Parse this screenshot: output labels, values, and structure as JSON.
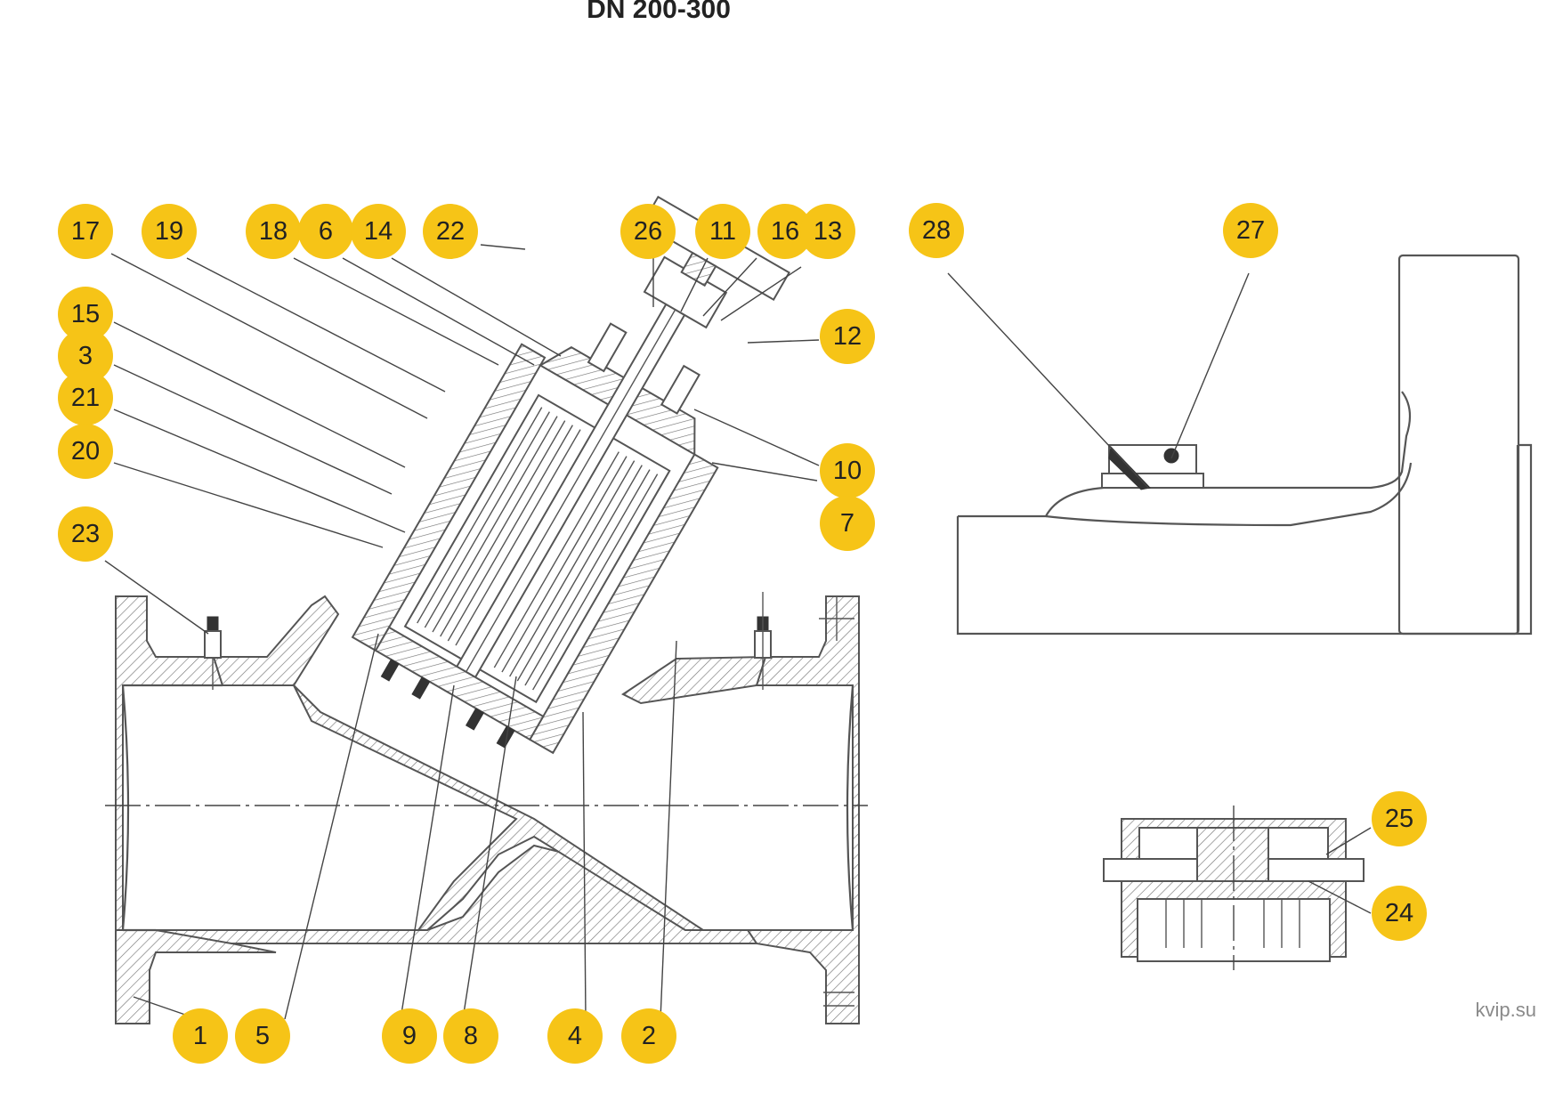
{
  "header": {
    "title": "DN 200-300"
  },
  "footer": {
    "watermark": "kvip.su"
  },
  "callouts": [
    {
      "label": "17"
    },
    {
      "label": "19"
    },
    {
      "label": "18"
    },
    {
      "label": "6"
    },
    {
      "label": "14"
    },
    {
      "label": "22"
    },
    {
      "label": "26"
    },
    {
      "label": "11"
    },
    {
      "label": "16"
    },
    {
      "label": "13"
    },
    {
      "label": "15"
    },
    {
      "label": "3"
    },
    {
      "label": "21"
    },
    {
      "label": "20"
    },
    {
      "label": "23"
    },
    {
      "label": "12"
    },
    {
      "label": "10"
    },
    {
      "label": "7"
    },
    {
      "label": "28"
    },
    {
      "label": "27"
    },
    {
      "label": "25"
    },
    {
      "label": "24"
    },
    {
      "label": "1"
    },
    {
      "label": "5"
    },
    {
      "label": "9"
    },
    {
      "label": "8"
    },
    {
      "label": "4"
    },
    {
      "label": "2"
    }
  ],
  "colors": {
    "badge": "#F6C417",
    "line": "#555555",
    "text": "#222222"
  }
}
